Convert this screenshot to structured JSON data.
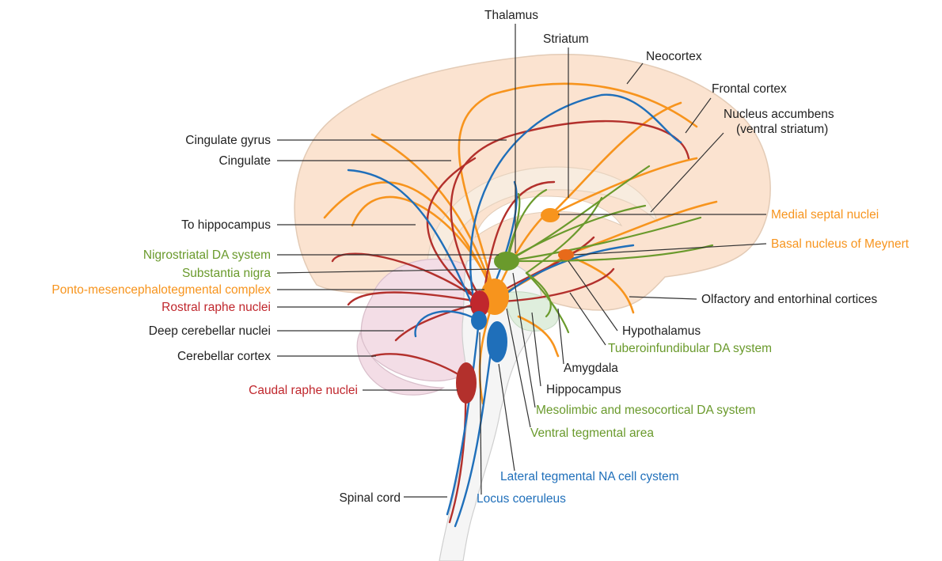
{
  "colors": {
    "neurotransmitter_blue": "#1f6fba",
    "dopamine_green": "#6a9a2c",
    "acetylcholine_orange": "#f7941d",
    "serotonin_red": "#b3302c",
    "neutral_text": "#222222",
    "cerebrum_fill": "#fbe3d0",
    "cerebellum_fill": "#f3dde6",
    "brainstem_fill": "#dfeedd"
  },
  "labels": {
    "thalamus": "Thalamus",
    "striatum": "Striatum",
    "neocortex": "Neocortex",
    "frontal_cortex": "Frontal cortex",
    "nucleus_accumbens_1": "Nucleus accumbens",
    "nucleus_accumbens_2": "(ventral striatum)",
    "cingulate_gyrus": "Cingulate gyrus",
    "cingulate": "Cingulate",
    "to_hippocampus": "To hippocampus",
    "medial_septal_nuclei": "Medial septal nuclei",
    "basal_nucleus_meynert": "Basal nucleus of Meynert",
    "nigrostriatal": "Nigrostriatal DA system",
    "substantia_nigra": "Substantia nigra",
    "ponto_complex": "Ponto-mesencephalotegmental complex",
    "rostral_raphe": "Rostral raphe nuclei",
    "olfactory": "Olfactory and entorhinal cortices",
    "deep_cerebellar": "Deep cerebellar nuclei",
    "hypothalamus": "Hypothalamus",
    "tuberoinfundibular": "Tuberoinfundibular DA system",
    "cerebellar_cortex": "Cerebellar cortex",
    "amygdala": "Amygdala",
    "caudal_raphe": "Caudal raphe nuclei",
    "hippocampus": "Hippocampus",
    "mesolimbic": "Mesolimbic and mesocortical DA system",
    "ventral_tegmental": "Ventral tegmental area",
    "lateral_tegmental": "Lateral tegmental NA cell cystem",
    "spinal_cord": "Spinal cord",
    "locus_coeruleus": "Locus coeruleus"
  }
}
